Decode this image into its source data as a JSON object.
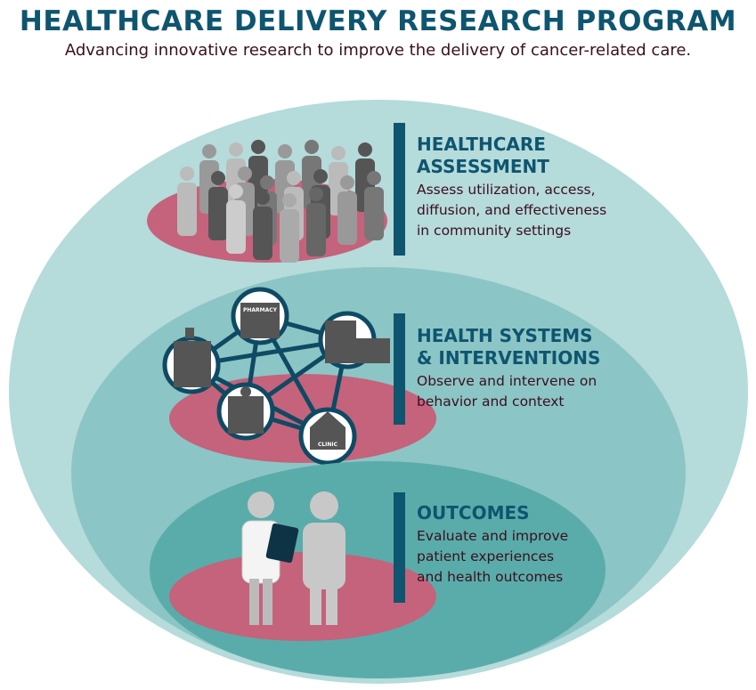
{
  "header": {
    "title": "HEALTHCARE DELIVERY RESEARCH PROGRAM",
    "subtitle": "Advancing innovative research to improve the delivery of cancer-related care."
  },
  "levels": [
    {
      "heading": "HEALTHCARE\nASSESSMENT",
      "description": "Assess utilization, access,\ndiffusion, and effectiveness\nin community settings"
    },
    {
      "heading": "HEALTH SYSTEMS\n& INTERVENTIONS",
      "description": "Observe and intervene on\nbehavior and context"
    },
    {
      "heading": "OUTCOMES",
      "description": "Evaluate and improve\npatient experiences\nand health outcomes"
    }
  ],
  "icons": {
    "pharmacy_label": "PHARMACY",
    "clinic_label": "CLINIC"
  },
  "colors": {
    "heading": "#0e5570",
    "body": "#3a0f1e",
    "outer": "#b5dbdb",
    "middle": "#8cc5c5",
    "inner": "#5aacaa",
    "pink": "#c4637b"
  }
}
